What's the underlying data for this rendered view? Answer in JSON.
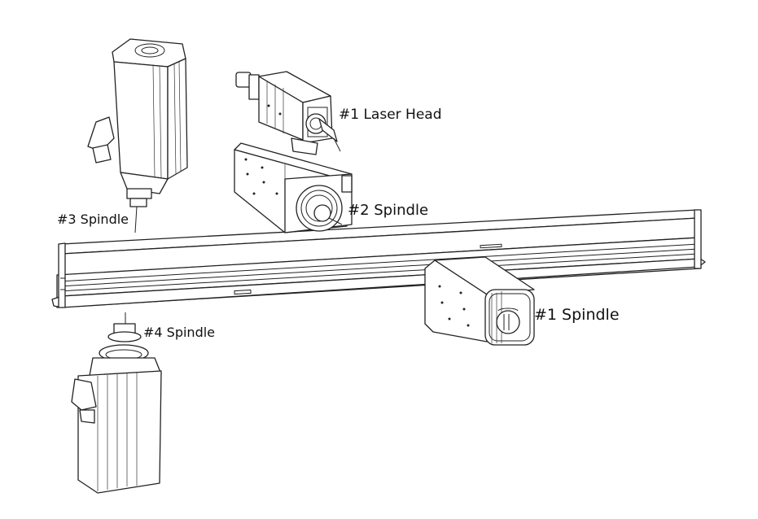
{
  "labels": {
    "laser_head": "#1 Laser Head",
    "spindle_2": "#2 Spindle",
    "spindle_3": "#3 Spindle",
    "spindle_4": "#4 Spindle",
    "spindle_1": "#1 Spindle"
  },
  "colors": {
    "line": "#222222",
    "background": "#ffffff",
    "text": "#111111"
  }
}
